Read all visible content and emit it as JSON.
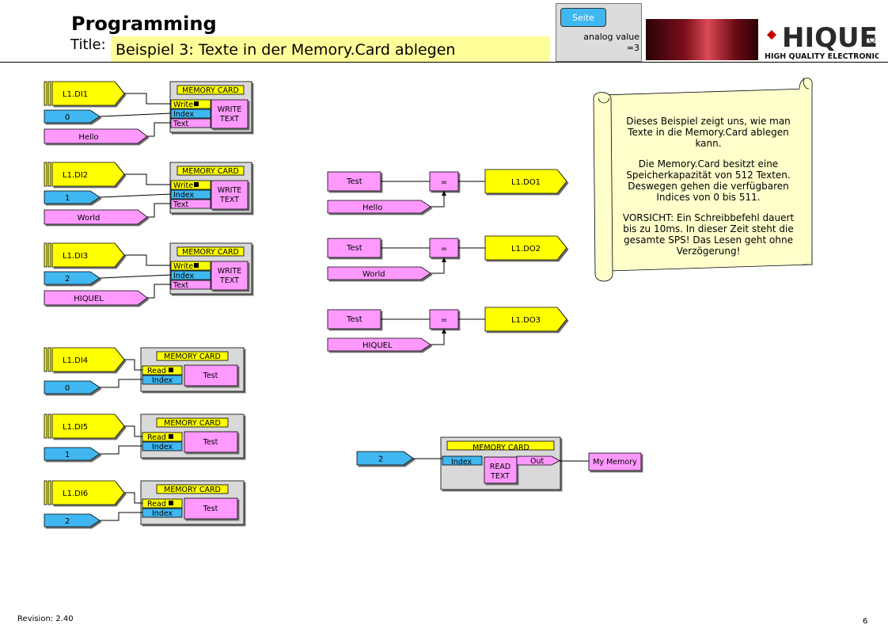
{
  "header": {
    "title": "Programming",
    "title_label": "Title:",
    "title_value": "Beispiel 3: Texte in der Memory.Card ablegen"
  },
  "seite": {
    "button_label": "Seite",
    "analog_line1": "analog value",
    "analog_line2": "=3"
  },
  "logo": {
    "brand": "HIQUEL",
    "tagline": "HIGH QUALITY ELECTRONICS"
  },
  "colors": {
    "yellow": "#ffff00",
    "cyan": "#3fb7f0",
    "pink": "#ff99ff",
    "note": "#ffffcc",
    "block_bg": "#d9d9d9",
    "title_bg": "#ffff99"
  },
  "write_blocks": [
    {
      "di": "L1.DI1",
      "index": "0",
      "text": "Hello",
      "header": "MEMORY CARD",
      "pin_write": "Write",
      "pin_index": "Index",
      "pin_text": "Text",
      "body1": "WRITE",
      "body2": "TEXT"
    },
    {
      "di": "L1.DI2",
      "index": "1",
      "text": "World",
      "header": "MEMORY CARD",
      "pin_write": "Write",
      "pin_index": "Index",
      "pin_text": "Text",
      "body1": "WRITE",
      "body2": "TEXT"
    },
    {
      "di": "L1.DI3",
      "index": "2",
      "text": "HIQUEL",
      "header": "MEMORY CARD",
      "pin_write": "Write",
      "pin_index": "Index",
      "pin_text": "Text",
      "body1": "WRITE",
      "body2": "TEXT"
    }
  ],
  "read_blocks": [
    {
      "di": "L1.DI4",
      "index": "0",
      "header": "MEMORY CARD",
      "pin_read": "Read",
      "pin_index": "Index",
      "out": "Test"
    },
    {
      "di": "L1.DI5",
      "index": "1",
      "header": "MEMORY CARD",
      "pin_read": "Read",
      "pin_index": "Index",
      "out": "Test"
    },
    {
      "di": "L1.DI6",
      "index": "2",
      "header": "MEMORY CARD",
      "pin_read": "Read",
      "pin_index": "Index",
      "out": "Test"
    }
  ],
  "compares": [
    {
      "in": "Test",
      "ref": "Hello",
      "op": "=",
      "out": "L1.DO1"
    },
    {
      "in": "Test",
      "ref": "World",
      "op": "=",
      "out": "L1.DO2"
    },
    {
      "in": "Test",
      "ref": "HIQUEL",
      "op": "=",
      "out": "L1.DO3"
    }
  ],
  "read_text_block": {
    "index": "2",
    "header": "MEMORY CARD",
    "pin_index": "Index",
    "pin_out": "Out",
    "body1": "READ",
    "body2": "TEXT",
    "output": "My Memory"
  },
  "note": {
    "p1": "Dieses Beispiel zeigt uns, wie man Texte in die Memory.Card ablegen kann.",
    "p2": "Die Memory.Card besitzt eine Speicherkapazität von 512 Texten. Deswegen gehen die verfügbaren Indices von 0 bis 511.",
    "p3": "VORSICHT: Ein Schreibbefehl dauert bis zu 10ms. In dieser Zeit steht die gesamte SPS! Das Lesen geht ohne Verzögerung!"
  },
  "footer": {
    "revision": "Revision: 2.40",
    "page": "6"
  }
}
